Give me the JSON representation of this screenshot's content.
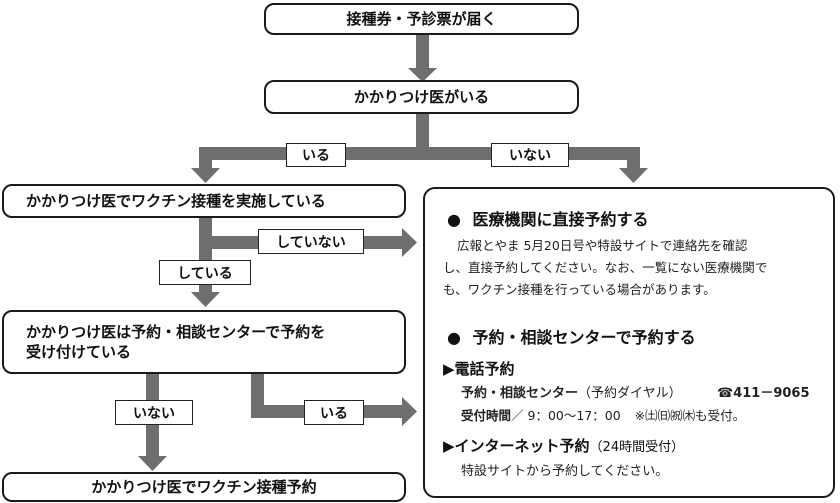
{
  "flow": {
    "start": "接種券・予診票が届く",
    "q1": "かかりつけ医がいる",
    "q1_yes": "いる",
    "q1_no": "いない",
    "q2": "かかりつけ医でワクチン接種を実施している",
    "q2_no": "していない",
    "q2_yes": "している",
    "q3_line1": "かかりつけ医は予約・相談センターで予約を",
    "q3_line2": "受け付けている",
    "q3_no": "いない",
    "q3_yes": "いる",
    "end": "かかりつけ医でワクチン接種予約"
  },
  "panel": {
    "direct": {
      "bullet": "●",
      "title": "医療機関に直接予約する",
      "line1": "広報とやま 5月20日号や特設サイトで連絡先を確認",
      "line2": "し、直接予約してください。なお、一覧にない医療機関で",
      "line3": "も、ワクチン接種を行っている場合があります。"
    },
    "center": {
      "bullet": "●",
      "title": "予約・相談センターで予約する",
      "phone_heading": "▶電話予約",
      "phone_label": "予約・相談センター",
      "phone_sub": "（予約ダイヤル）",
      "phone_symbol": "☎",
      "phone_number": "411－9065",
      "hours_label": "受付時間",
      "hours_value": "／ 9：00～17：00",
      "hours_note": "※㈯㈰㈷㈭も受付。",
      "net_heading": "▶インターネット予約",
      "net_sub": "（24時間受付）",
      "net_text": "特設サイトから予約してください。"
    }
  },
  "colors": {
    "arrow": "#6e6e6e",
    "border": "#1a1a1a"
  }
}
